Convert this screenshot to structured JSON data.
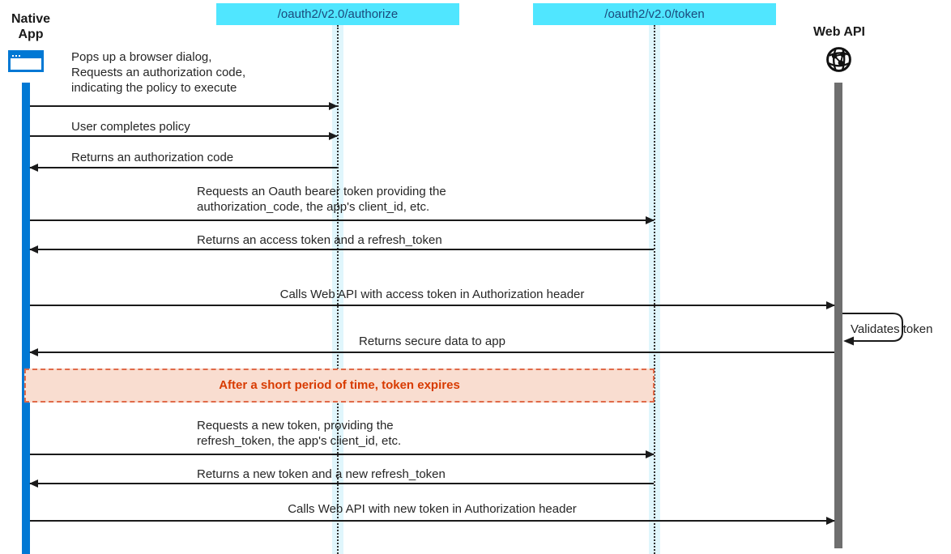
{
  "participants": {
    "native_app": {
      "label": "Native\nApp"
    },
    "authorize_endpoint": {
      "label": "/oauth2/v2.0/authorize"
    },
    "token_endpoint": {
      "label": "/oauth2/v2.0/token"
    },
    "web_api": {
      "label": "Web API"
    }
  },
  "messages": [
    {
      "text": "Pops up a browser dialog,\nRequests an authorization code,\nindicating the policy to execute",
      "from": "native_app",
      "to": "authorize_endpoint",
      "direction": "right"
    },
    {
      "text": "User completes policy",
      "from": "native_app",
      "to": "authorize_endpoint",
      "direction": "right"
    },
    {
      "text": "Returns an authorization code",
      "from": "authorize_endpoint",
      "to": "native_app",
      "direction": "left"
    },
    {
      "text": "Requests an Oauth bearer token providing the\nauthorization_code, the app's client_id, etc.",
      "from": "native_app",
      "to": "token_endpoint",
      "direction": "right"
    },
    {
      "text": "Returns an access token and a refresh_token",
      "from": "token_endpoint",
      "to": "native_app",
      "direction": "left"
    },
    {
      "text": "Calls Web API with access token in Authorization header",
      "from": "native_app",
      "to": "web_api",
      "direction": "right"
    },
    {
      "text": "Validates token",
      "from": "web_api",
      "to": "web_api",
      "direction": "self"
    },
    {
      "text": "Returns secure data to app",
      "from": "web_api",
      "to": "native_app",
      "direction": "left"
    },
    {
      "text": "Requests a new token, providing the\nrefresh_token, the app's client_id, etc.",
      "from": "native_app",
      "to": "token_endpoint",
      "direction": "right"
    },
    {
      "text": "Returns a new token and a new refresh_token",
      "from": "token_endpoint",
      "to": "native_app",
      "direction": "left"
    },
    {
      "text": "Calls Web API with new token in Authorization header",
      "from": "native_app",
      "to": "web_api",
      "direction": "right"
    }
  ],
  "note": {
    "text": "After a short period of time, token expires"
  },
  "colors": {
    "endpoint_box_bg": "#50e6ff",
    "endpoint_box_text": "#1a4a7c",
    "native_app_bar": "#0078d4",
    "web_api_bar": "#6f6f6f",
    "lifeline_band": "#e0f6fc",
    "note_bg": "#f9ddd0",
    "note_border": "#e06a49",
    "note_text": "#d83b01"
  }
}
